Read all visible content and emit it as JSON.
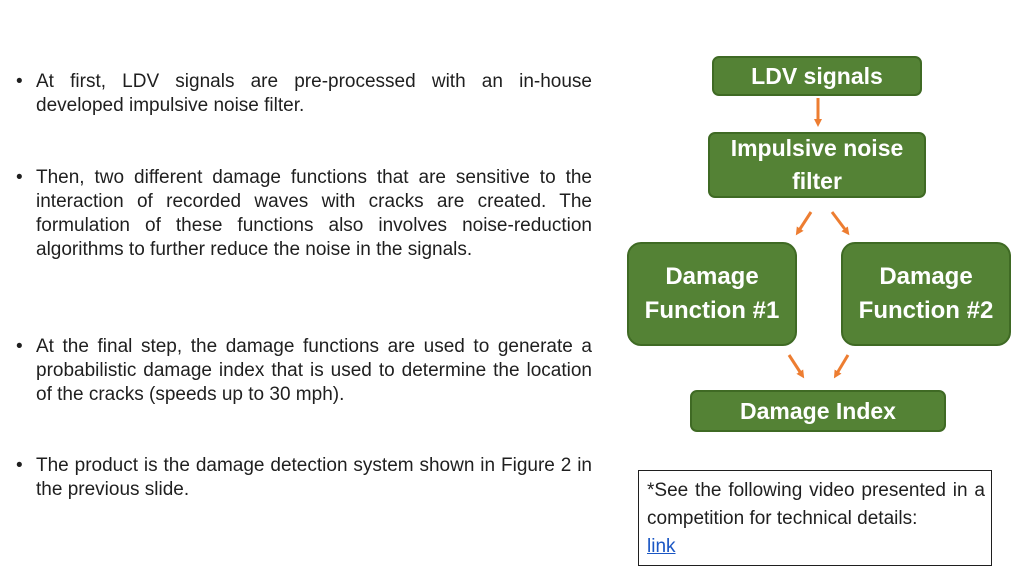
{
  "bullets": [
    {
      "text": "At first, LDV signals are pre-processed with an in-house developed impulsive noise filter."
    },
    {
      "text": "Then, two different damage functions that are sensitive to the interaction of recorded waves with cracks are created. The formulation of these functions also involves noise-reduction algorithms to further reduce the noise in the signals."
    },
    {
      "text": "At the final step, the damage functions are used to generate a probabilistic damage index that is used to determine the location of the cracks (speeds up to 30 mph)."
    },
    {
      "text": "The product is the damage detection system shown in Figure 2 in the previous slide."
    }
  ],
  "flow": {
    "ldv": "LDV signals",
    "filter": "Impulsive noise filter",
    "damage1": "Damage Function #1",
    "damage2": "Damage Function #2",
    "index": "Damage Index"
  },
  "note": {
    "text": "*See the following video presented in a competition for technical details:",
    "link": "link"
  },
  "colors": {
    "box": "#548235",
    "arrow": "#ED7D31"
  }
}
